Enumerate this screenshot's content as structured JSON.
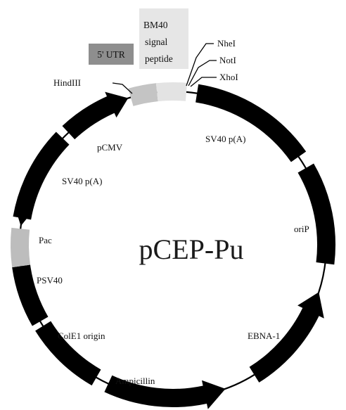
{
  "plasmid": {
    "name": "pCEP-Pu",
    "features": {
      "utr5": "5' UTR",
      "bm40_line1": "BM40",
      "bm40_line2": "signal",
      "bm40_line3": "peptide",
      "sv40pa_top": "SV40 p(A)",
      "sv40pa_left": "SV40 p(A)",
      "pcmv": "pCMV",
      "orip": "oriP",
      "ebna1": "EBNA-1",
      "ampicillin": "Ampicillin",
      "cole1": "ColE1 origin",
      "psv40": "PSV40",
      "pac": "Pac"
    },
    "sites": {
      "nhei": "NheI",
      "noti": "NotI",
      "xhoi": "XhoI",
      "hindiii": "HindIII"
    }
  },
  "colors": {
    "backbone": "#000000",
    "feature": "#000000",
    "utr5_fill": "#c4c4c4",
    "utr5_box": "#8e8e8e",
    "bm40_fill": "#e3e3e3",
    "bm40_box": "#e6e6e6",
    "pac_fill": "#bdbdbd"
  }
}
